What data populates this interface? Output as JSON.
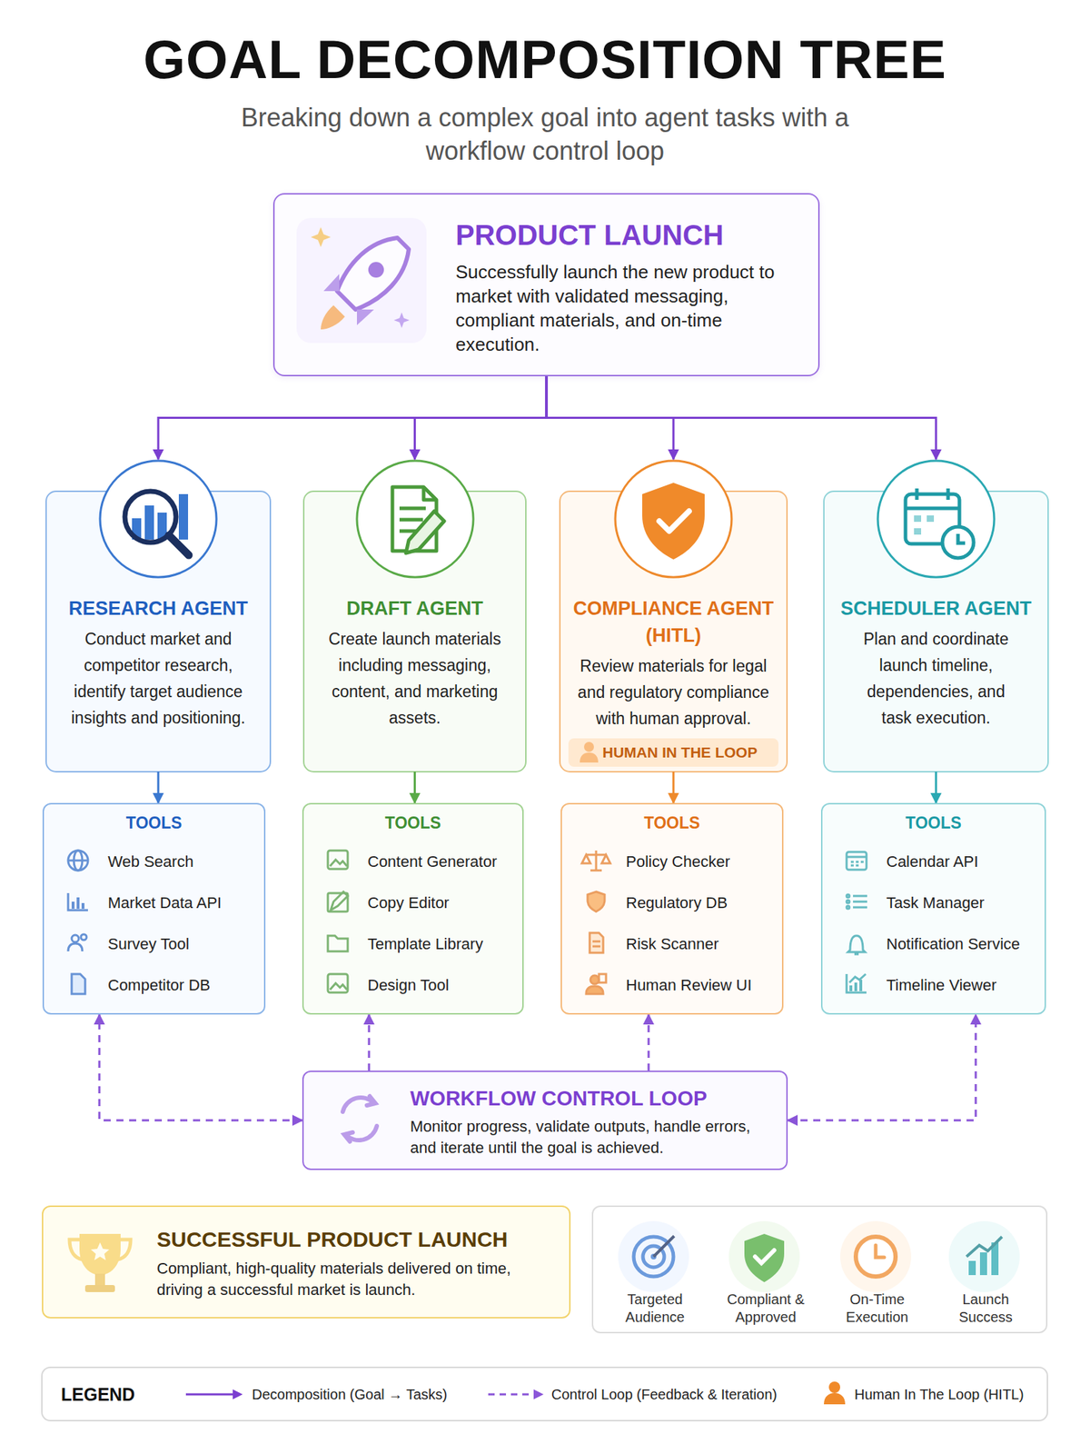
{
  "diagram": {
    "title": "GOAL DECOMPOSITION TREE",
    "caption": "Breaking down a complex goal into agent tasks with a workflow control loop",
    "nodes": [
      {
        "text": [
          "PRODUCT LAUNCH",
          "Successfully launch the new product to market with validated messaging, compliant materials, and on-time execution."
        ]
      },
      {
        "text": [
          "RESEARCH AGENT",
          "Conduct market and competitor research, identify target audience insights and positioning."
        ]
      },
      {
        "text": [
          "DRAFT AGENT",
          "Create launch materials including messaging, content, and marketing assets."
        ]
      },
      {
        "text": [
          "COMPLIANCE AGENT (HITL)",
          "Review materials for legal and regulatory compliance with human approval."
        ]
      },
      {
        "text": [
          "HUMAN IN THE LOOP"
        ],
        "in": 3
      },
      {
        "text": [
          "SCHEDULER AGENT",
          "Plan and coordinate launch timeline, dependencies, and task execution."
        ]
      },
      {
        "text": [
          "TOOLS",
          "Web Search",
          "Market Data API",
          "Survey Tool",
          "Competitor DB"
        ]
      },
      {
        "text": [
          "TOOLS",
          "Content Generator",
          "Copy Editor",
          "Template Library",
          "Design Tool"
        ]
      },
      {
        "text": [
          "TOOLS",
          "Policy Checker",
          "Regulatory DB",
          "Risk Scanner",
          "Human Review UI"
        ]
      },
      {
        "text": [
          "TOOLS",
          "Calendar API",
          "Task Manager",
          "Notification Service",
          "Timeline Viewer"
        ]
      },
      {
        "text": [
          "WORKFLOW CONTROL LOOP",
          "Monitor progress, validate outputs, handle errors, and iterate until the goal is achieved."
        ]
      },
      {
        "text": [
          "SUCCESSFUL PRODUCT LAUNCH",
          "Compliant, high-quality materials delivered on time, driving a successful market is launch."
        ]
      },
      {
        "text": [
          "Targeted Audience",
          "Compliant & Approved",
          "On-Time Execution",
          "Launch Success"
        ]
      }
    ],
    "edges": [
      {
        "from": 0,
        "to": 1,
        "arrow": "to"
      },
      {
        "from": 0,
        "to": 2,
        "arrow": "to"
      },
      {
        "from": 0,
        "to": 3,
        "arrow": "to"
      },
      {
        "from": 0,
        "to": 5,
        "arrow": "to"
      },
      {
        "from": 1,
        "to": 6,
        "arrow": "to"
      },
      {
        "from": 2,
        "to": 7,
        "arrow": "to"
      },
      {
        "from": 3,
        "to": 8,
        "arrow": "to"
      },
      {
        "from": 5,
        "to": 9,
        "arrow": "to"
      },
      {
        "from": 10,
        "to": 6,
        "arrow": "both"
      },
      {
        "from": 10,
        "to": 7,
        "arrow": "to"
      },
      {
        "from": 10,
        "to": 8,
        "arrow": "to"
      },
      {
        "from": 10,
        "to": 9,
        "arrow": "both"
      }
    ],
    "labels": [
      "LEGEND"
    ],
    "legend": [
      {
        "text": "Decomposition (Goal → Tasks)"
      },
      {
        "text": "Control Loop (Feedback & Iteration)"
      },
      {
        "text": "Human In The Loop (HITL)"
      }
    ]
  }
}
